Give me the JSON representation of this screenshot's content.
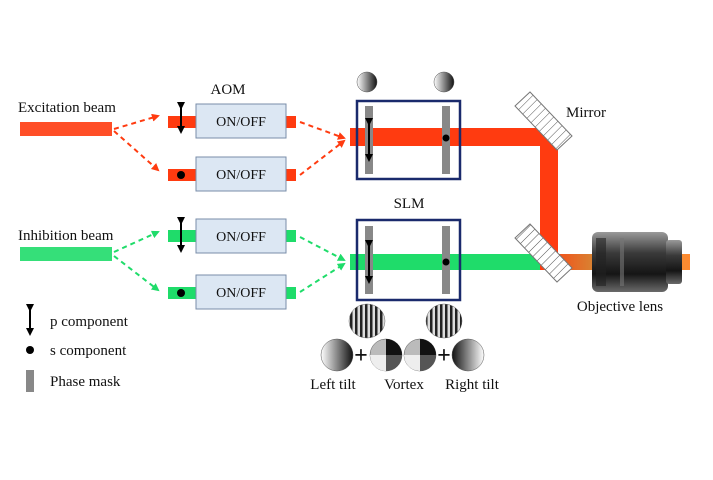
{
  "labels": {
    "excitation": "Excitation beam",
    "inhibition": "Inhibition beam",
    "aom": "AOM",
    "slm": "SLM",
    "mirror": "Mirror",
    "objective": "Objective lens"
  },
  "aom_boxes": [
    "ON/OFF",
    "ON/OFF",
    "ON/OFF",
    "ON/OFF"
  ],
  "legend": {
    "p": "p component",
    "s": "s component",
    "mask": "Phase mask"
  },
  "phase_masks": {
    "left": "Left tilt",
    "vortex": "Vortex",
    "right": "Right tilt"
  },
  "colors": {
    "excitation": "#ff3b10",
    "inhibition": "#1fdc6a",
    "frame": "#1a2a6c",
    "aom_fill": "#dce7f3"
  }
}
